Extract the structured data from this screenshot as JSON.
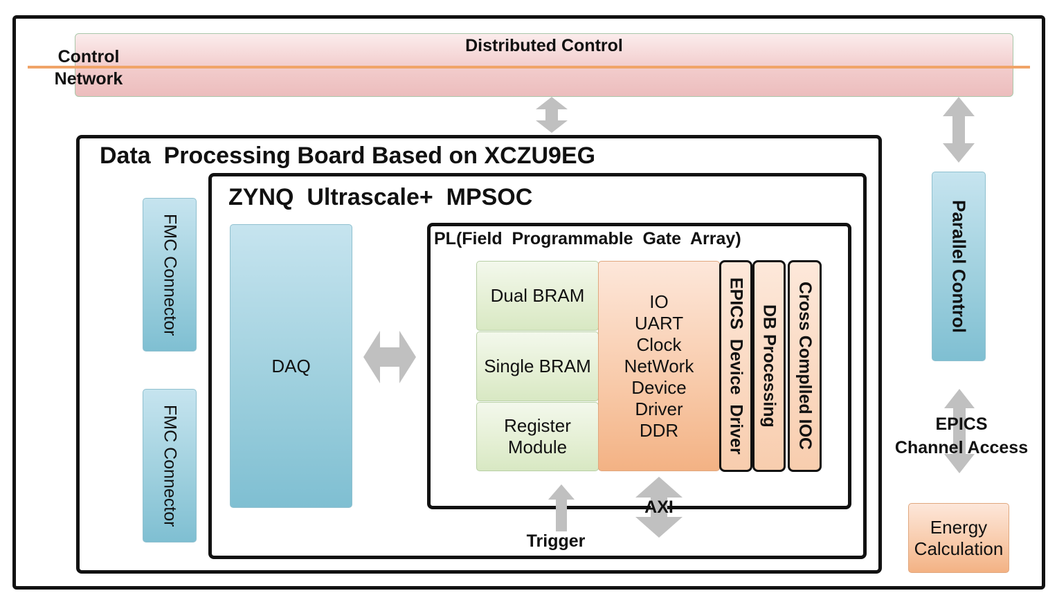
{
  "diagram": {
    "control_network_label": "Control\nNetwork",
    "distributed_control_label": "Distributed Control",
    "board_title": "Data  Processing Board Based on XCZU9EG",
    "mpsoc_title": "ZYNQ  Ultrascale+  MPSOC",
    "pl_title": "PL(Field  Programmable  Gate  Array)",
    "fmc_connectors": [
      "FMC Connector",
      "FMC Connector"
    ],
    "daq_label": "DAQ",
    "bram_blocks": [
      "Dual BRAM",
      "Single BRAM",
      "Register\nModule"
    ],
    "io_block_lines": [
      "IO",
      "UART",
      "Clock",
      "NetWork",
      "Device",
      "Driver",
      "DDR"
    ],
    "vertical_modules": [
      "EPICS  Device  Driver",
      "DB Processing",
      "Cross Complled IOC"
    ],
    "trigger_label": "Trigger",
    "axi_label": "AXI",
    "parallel_control_label": "Parallel Control",
    "epics_channel_access_label": "EPICS\nChannel  Access",
    "energy_calculation_label": "Energy\nCalculation"
  },
  "colors": {
    "frame": "#111111",
    "distributed_bar": "#f2cccc",
    "network_line": "#f0a468",
    "blue_block": "#9fd0de",
    "green_block": "#e4efd3",
    "orange_block": "#f8c9a8",
    "arrow": "#c0c0c0"
  }
}
